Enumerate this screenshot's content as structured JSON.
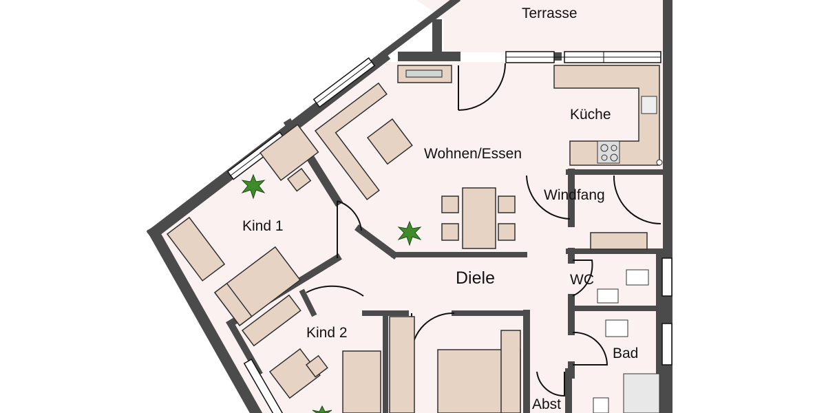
{
  "floorplan": {
    "rooms": {
      "terrasse": "Terrasse",
      "kueche": "Küche",
      "wohnen_essen": "Wohnen/Essen",
      "windfang": "Windfang",
      "kind1": "Kind 1",
      "diele": "Diele",
      "wc": "WC",
      "kind2": "Kind 2",
      "bad": "Bad",
      "abst": "Abst"
    },
    "colors": {
      "floor": "#fbf1f1",
      "wall": "#4b4b4b",
      "furniture": "#e6d3c3",
      "plant": "#3f8a2a"
    }
  }
}
